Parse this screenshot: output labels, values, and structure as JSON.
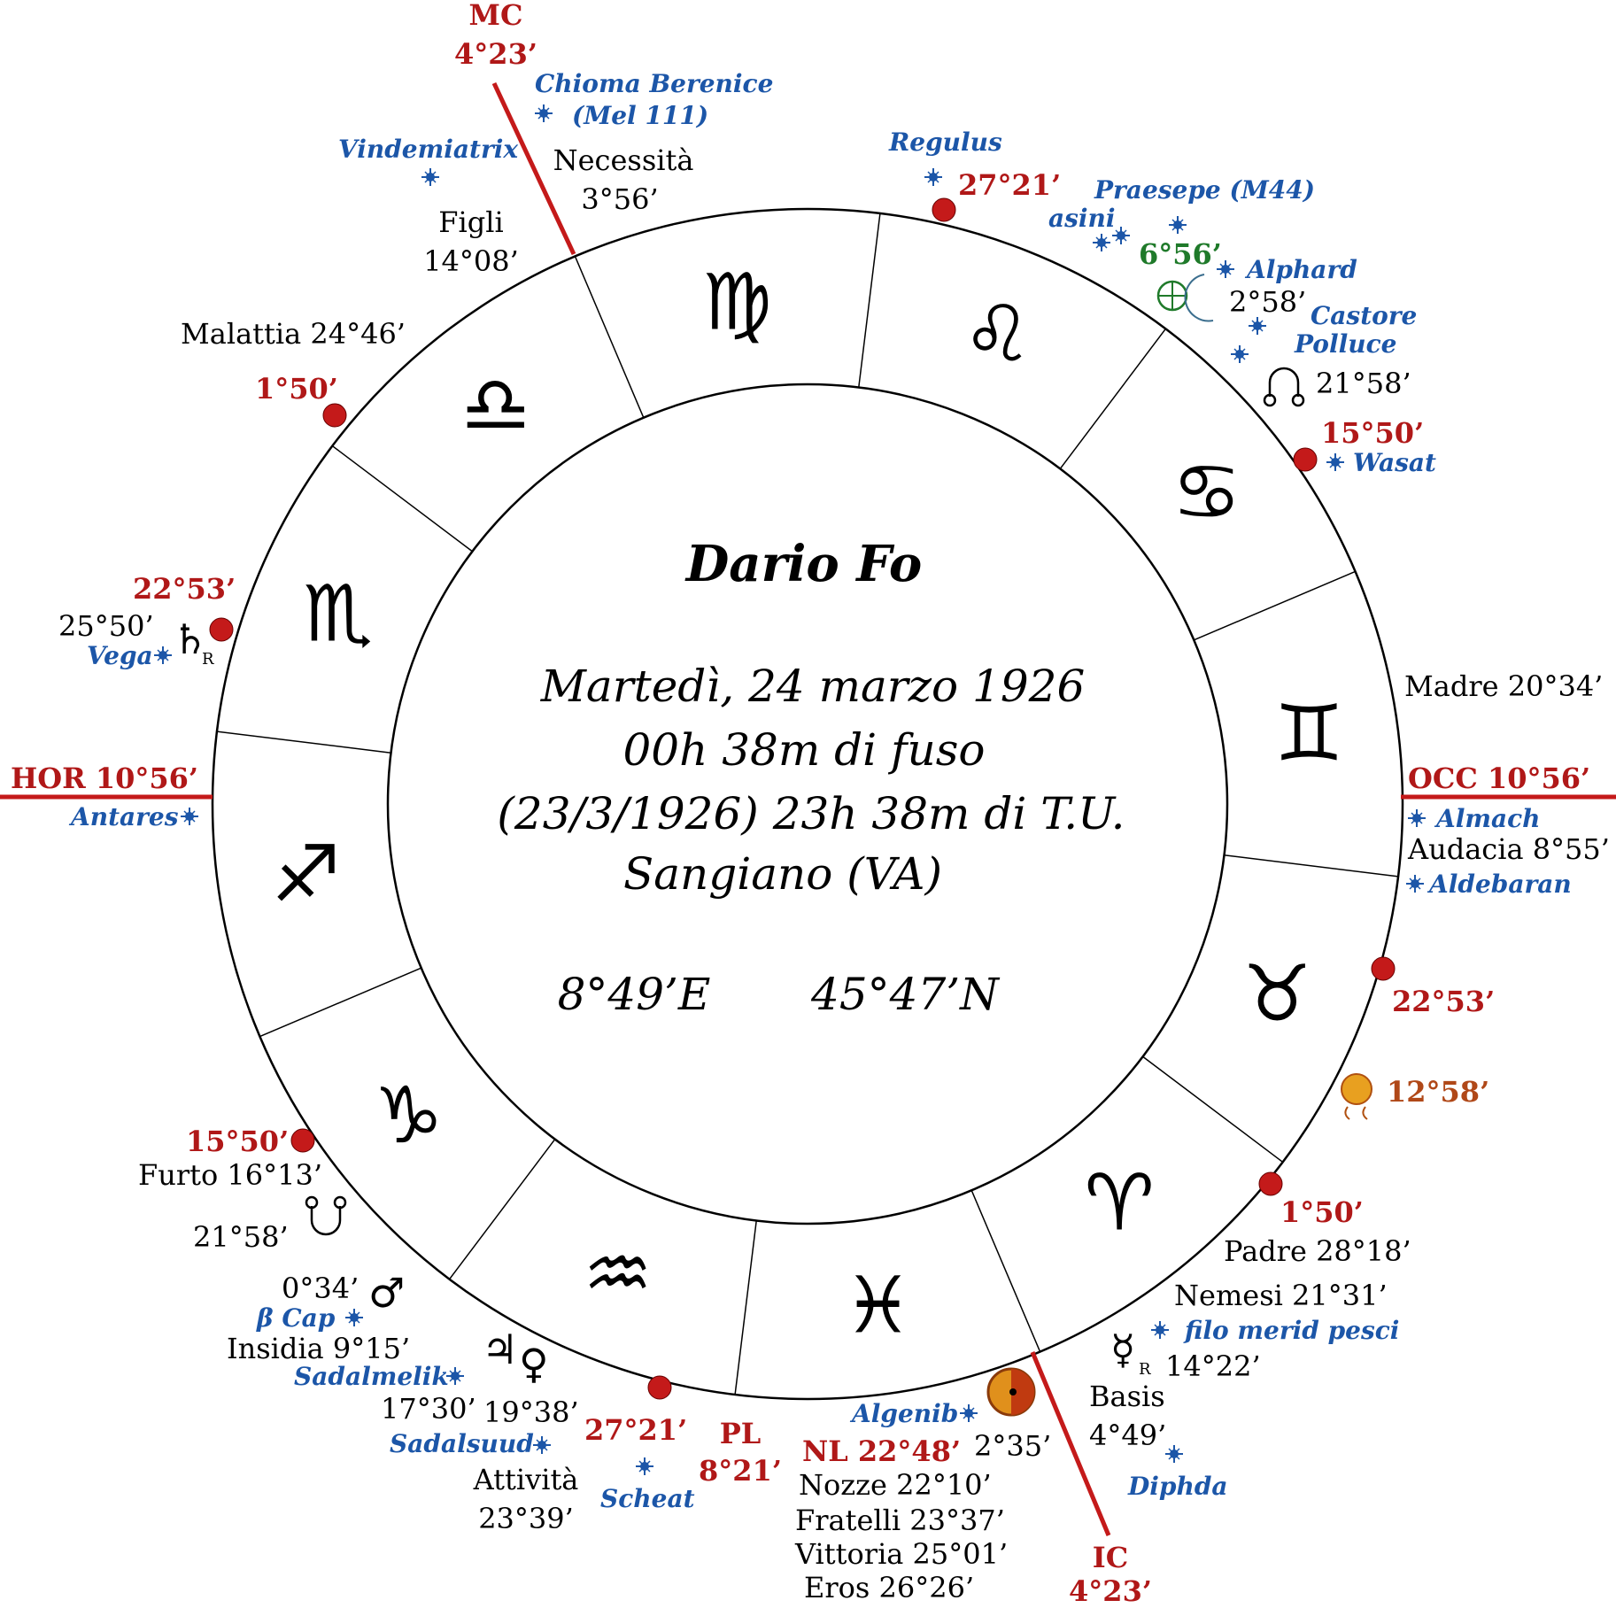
{
  "chart": {
    "title": "Dario Fo",
    "info_lines": [
      "Martedì, 24 marzo 1926",
      "00h 38m di fuso",
      "(23/3/1926) 23h 38m di T.U.",
      "Sangiano (VA)"
    ],
    "longitude": "8°49’E",
    "latitude": "45°47’N"
  },
  "signs": [
    {
      "name": "virgo-sign",
      "glyph": "♍"
    },
    {
      "name": "leo-sign",
      "glyph": "♌"
    },
    {
      "name": "cancer-sign",
      "glyph": "♋"
    },
    {
      "name": "gemini-sign",
      "glyph": "♊"
    },
    {
      "name": "taurus-sign",
      "glyph": "♉"
    },
    {
      "name": "aries-sign",
      "glyph": "♈"
    },
    {
      "name": "pisces-sign",
      "glyph": "♓"
    },
    {
      "name": "aquarius-sign",
      "glyph": "♒"
    },
    {
      "name": "capricorn-sign",
      "glyph": "♑"
    },
    {
      "name": "sagittarius-sign",
      "glyph": "♐"
    },
    {
      "name": "scorpio-sign",
      "glyph": "♏"
    },
    {
      "name": "libra-sign",
      "glyph": "♎"
    }
  ],
  "angles": {
    "mc": {
      "label": "MC",
      "degree": "4°23’"
    },
    "ic": {
      "label": "IC",
      "degree": "4°23’"
    },
    "hor": {
      "label": "HOR 10°56’"
    },
    "occ": {
      "label": "OCC 10°56’"
    }
  },
  "cusps": {
    "c1": "27°21’",
    "c2": "15°50’",
    "c3": "22°53’",
    "c4": "1°50’",
    "c5": "1°50’",
    "c6": "22°53’",
    "c7": "15°50’",
    "c8": "27°21’"
  },
  "planets": {
    "moon_degree": "2°58’",
    "node_top_degree": "21°58’",
    "saturn_degree": "25°50’",
    "sun_degree": "12°58’",
    "mercury_degree": "14°22’",
    "uranus_degree": "2°35’",
    "node_bottom_degree": "21°58’",
    "mars_degree": "0°34’",
    "jupiter_degree": "17°30’",
    "venus_degree": "19°38’",
    "fortune_degree": "6°56’",
    "saturn_retro": "R",
    "mercury_retro": "R"
  },
  "parts": {
    "necessita_label": "Necessità",
    "necessita_degree": "3°56’",
    "figli_label": "Figli",
    "figli_degree": "14°08’",
    "malattia": "Malattia 24°46’",
    "madre": "Madre 20°34’",
    "audacia": "Audacia 8°55’",
    "padre": "Padre 28°18’",
    "nemesi": "Nemesi 21°31’",
    "basis_label": "Basis",
    "basis_degree": "4°49’",
    "nozze": "Nozze 22°10’",
    "fratelli": "Fratelli  23°37’",
    "vittoria": "Vittoria 25°01’",
    "eros": "Eros 26°26’",
    "attivita_label": "Attività",
    "attivita_degree": "23°39’",
    "insidia": "Insidia 9°15’",
    "furto": "Furto 16°13’"
  },
  "lunations": {
    "pl_label": "PL",
    "pl_degree": "8°21’",
    "nl": "NL 22°48’"
  },
  "stars": {
    "chioma_1": "Chioma Berenice",
    "chioma_2": "(Mel 111)",
    "vindemiatrix": "Vindemiatrix",
    "regulus": "Regulus",
    "praesepe": "Praesepe (M44)",
    "asini": "asini",
    "alphard": "Alphard",
    "castore": "Castore",
    "polluce": "Polluce",
    "wasat": "Wasat",
    "almach": "Almach",
    "aldebaran": "Aldebaran",
    "filo": "filo merid pesci",
    "diphda": "Diphda",
    "algenib": "Algenib",
    "scheat": "Scheat",
    "sadalsuud": "Sadalsuud",
    "sadalmelik": "Sadalmelik",
    "beta_cap": "β Cap",
    "vega": "Vega",
    "antares": "Antares"
  },
  "colors": {
    "red": "#b01818",
    "blue": "#1c56a8",
    "green": "#1f7a2a",
    "orange": "#b04818"
  }
}
